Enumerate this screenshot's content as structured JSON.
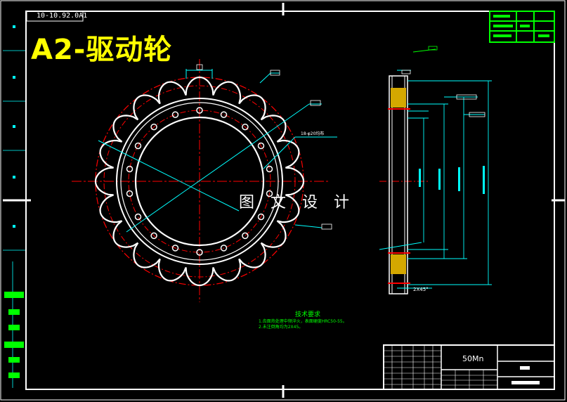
{
  "drawing": {
    "title": "A2-驱动轮",
    "code_top": "10-10.92.0A1",
    "watermark": "图 文 设 计"
  },
  "annotations": {
    "hole_callout": "18-φ20均布",
    "chamfer": "2X45°"
  },
  "technical_requirements": {
    "heading": "技术要求",
    "lines": [
      "1.齿面热处理中频淬火，表面硬度HRC50-55。",
      "2.未注倒角均为2X45。"
    ]
  },
  "title_block": {
    "material": "50Mn"
  },
  "colors": {
    "frame": "#ffffff",
    "title": "#ffff00",
    "dimension": "#00ffff",
    "center_line": "#ff0000",
    "notes": "#00ff00"
  }
}
